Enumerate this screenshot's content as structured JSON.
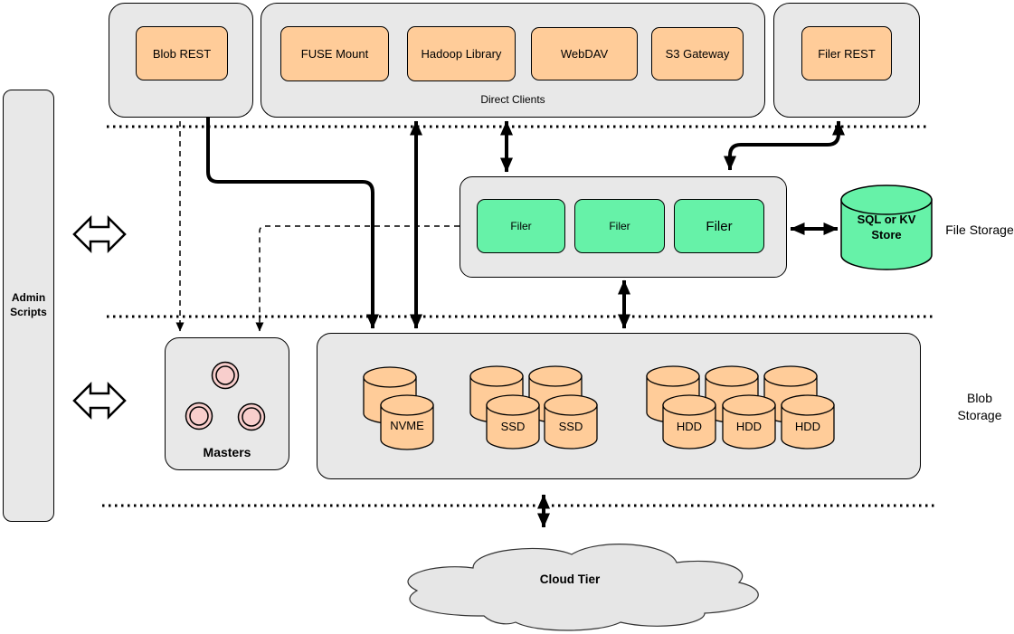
{
  "sidebar": {
    "label": "Admin Scripts"
  },
  "client_tier": {
    "blob_rest_label": "Blob REST",
    "direct_clients_label": "Direct Clients",
    "fuse_label": "FUSE Mount",
    "hadoop_label": "Hadoop Library",
    "webdav_label": "WebDAV",
    "s3_label": "S3 Gateway",
    "filer_rest_label": "Filer REST"
  },
  "file_storage_tier": {
    "side_label": "File Storage",
    "filers": [
      "Filer",
      "Filer",
      "Filer"
    ],
    "metadata_store_label": "SQL or KV Store"
  },
  "blob_storage_tier": {
    "side_label": "Blob Storage",
    "masters_label": "Masters",
    "nvme_label": "NVME",
    "ssd_labels": [
      "SSD",
      "SSD"
    ],
    "hdd_labels": [
      "HDD",
      "HDD",
      "HDD"
    ]
  },
  "cloud_tier": {
    "label": "Cloud Tier"
  },
  "colors": {
    "client_box_fill": "#FFCC99",
    "storage_green_fill": "#66F2A8",
    "master_circle_fill": "#F8CECC",
    "group_fill": "#E8E8E8",
    "cloud_fill": "#E6E6E6",
    "line_color": "#000000"
  }
}
